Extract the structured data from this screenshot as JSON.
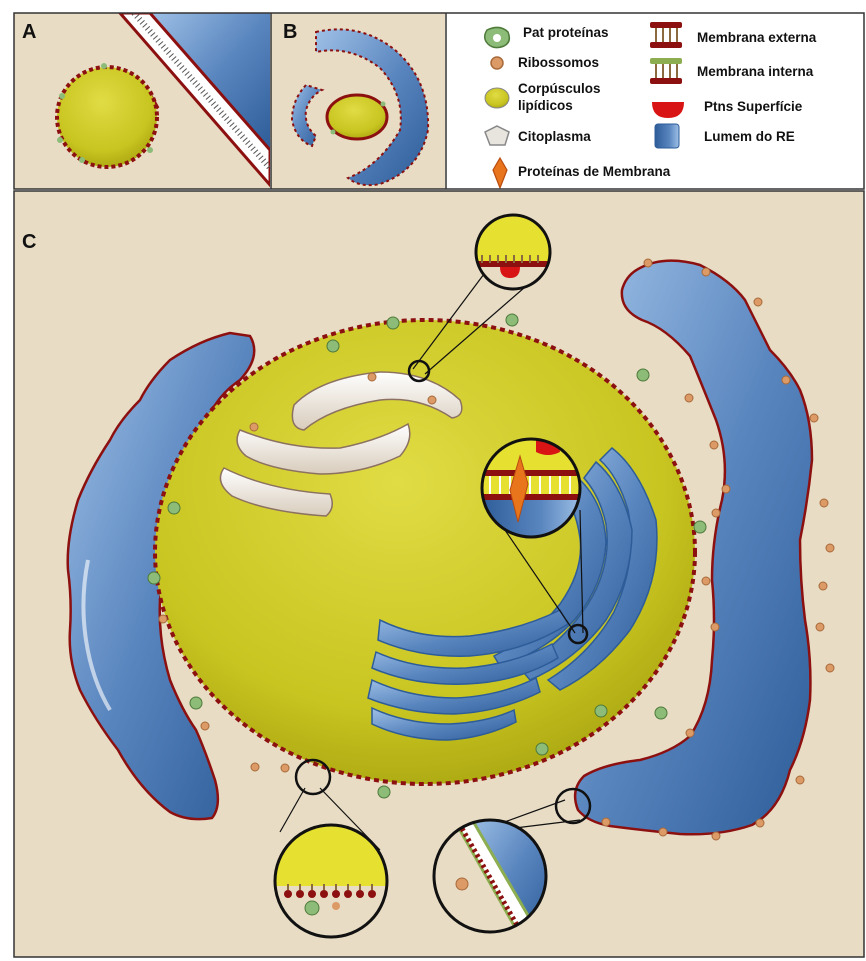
{
  "panels": {
    "a": {
      "label": "A"
    },
    "b": {
      "label": "B"
    },
    "c": {
      "label": "C"
    }
  },
  "legend": {
    "pat": "Pat proteínas",
    "ribossomos": "Ribossomos",
    "corpusculos_1": "Corpúsculos",
    "corpusculos_2": "lipídicos",
    "citoplasma": "Citoplasma",
    "proteinas_membrana": "Proteínas de Membrana",
    "membrana_externa": "Membrana externa",
    "membrana_interna": "Membrana interna",
    "ptns_superficie": "Ptns Superfície",
    "lumem": "Lumem do RE"
  },
  "colors": {
    "cytoplasm": "#e8dcc4",
    "lipid": "#c8c420",
    "lipid_light": "#e4e060",
    "er_blue": "#5a86bf",
    "er_dark": "#2d5c98",
    "membrane_red": "#8c1010",
    "membrane_green": "#8cae50",
    "ribosome": "#dc9a66",
    "surface_protein": "#d81414",
    "membrane_protein": "#e8741c",
    "pat_green": "#8cbc78"
  }
}
